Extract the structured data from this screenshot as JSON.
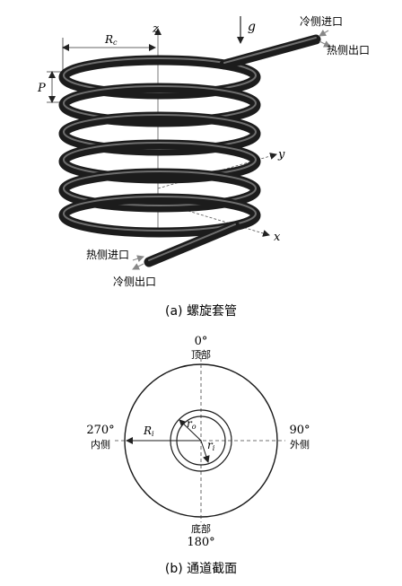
{
  "coil": {
    "top_label_cold_inlet": "冷侧进口",
    "top_label_hot_outlet": "热侧出口",
    "bottom_label_hot_inlet": "热侧进口",
    "bottom_label_cold_outlet": "冷侧出口",
    "radius_symbol": "R",
    "radius_subscript": "c",
    "pitch_symbol": "P",
    "gravity_symbol": "g",
    "axis_z": "z",
    "axis_y": "y",
    "axis_x": "x",
    "caption": "(a)  螺旋套管"
  },
  "section": {
    "top_angle": "0°",
    "top_label": "顶部",
    "right_angle": "90°",
    "right_label": "外侧",
    "left_angle": "270°",
    "left_label": "内侧",
    "bottom_label": "底部",
    "bottom_angle": "180°",
    "outer_radius_symbol": "R",
    "outer_radius_subscript": "i",
    "ro_symbol": "r",
    "ro_subscript": "o",
    "ri_symbol": "r",
    "ri_subscript": "i",
    "caption": "(b)  通道截面"
  }
}
